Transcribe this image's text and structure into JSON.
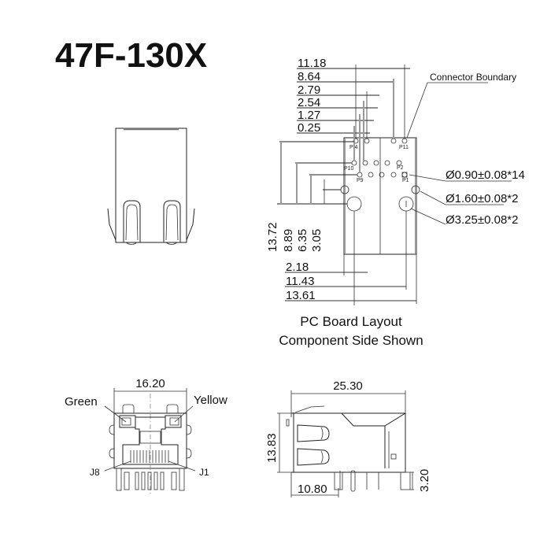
{
  "title": "47F-130X",
  "pcb_layout": {
    "caption_line1": "PC Board Layout",
    "caption_line2": "Component Side Shown",
    "horizontal_dims_top": [
      "11.18",
      "8.64",
      "2.79",
      "2.54",
      "1.27",
      "0.25"
    ],
    "vertical_dims": [
      "13.72",
      "8.89",
      "6.35",
      "3.05"
    ],
    "horizontal_dims_bottom": [
      "2.18",
      "11.43",
      "13.61"
    ],
    "callouts": {
      "boundary": "Connector Boundary",
      "hole_small": "Ø0.90±0.08*14",
      "hole_medium": "Ø1.60±0.08*2",
      "hole_large": "Ø3.25±0.08*2"
    },
    "pin_labels": {
      "p4": "P 4",
      "p11": "P11",
      "p10": "P10",
      "p2": "P2",
      "p9": "P9",
      "p1": "P1"
    }
  },
  "front_view": {
    "width_dim": "16.20",
    "led_left": "Green",
    "led_right": "Yellow",
    "pin_left": "J8",
    "pin_right": "J1"
  },
  "side_view": {
    "length_dim": "25.30",
    "height_dim": "13.83",
    "offset_dim": "10.80",
    "pin_length_dim": "3.20"
  }
}
